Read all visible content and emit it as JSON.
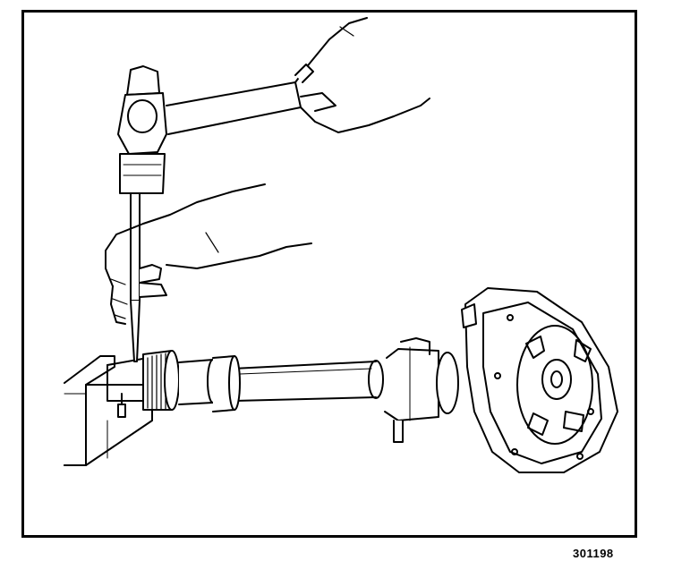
{
  "figure_number": "301198",
  "colors": {
    "line": "#000000",
    "paper": "#ffffff"
  },
  "parts": [
    "hammer",
    "punch",
    "holding-hand",
    "striking-hand",
    "shaft",
    "gear",
    "flange-housing",
    "bench-support",
    "retaining-pin"
  ]
}
